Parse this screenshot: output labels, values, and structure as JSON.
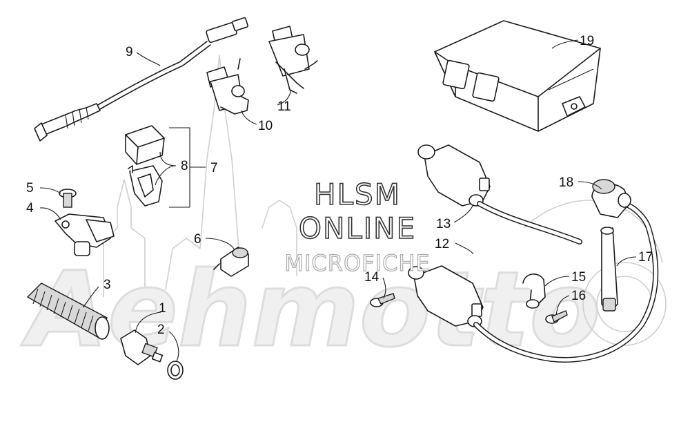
{
  "watermark": {
    "line1": "HLSM",
    "line2": "ONLINE",
    "line3": "MICROFICHE",
    "logo_text": "Aehmotto"
  },
  "callouts": [
    {
      "id": "c1",
      "label": "1"
    },
    {
      "id": "c2",
      "label": "2"
    },
    {
      "id": "c3",
      "label": "3"
    },
    {
      "id": "c4",
      "label": "4"
    },
    {
      "id": "c5",
      "label": "5"
    },
    {
      "id": "c6",
      "label": "6"
    },
    {
      "id": "c7",
      "label": "7"
    },
    {
      "id": "c8",
      "label": "8"
    },
    {
      "id": "c9",
      "label": "9"
    },
    {
      "id": "c10",
      "label": "10"
    },
    {
      "id": "c11",
      "label": "11"
    },
    {
      "id": "c12",
      "label": "12"
    },
    {
      "id": "c13",
      "label": "13"
    },
    {
      "id": "c14",
      "label": "14"
    },
    {
      "id": "c15",
      "label": "15"
    },
    {
      "id": "c16",
      "label": "16"
    },
    {
      "id": "c17",
      "label": "17"
    },
    {
      "id": "c18",
      "label": "18"
    },
    {
      "id": "c19",
      "label": "19"
    }
  ]
}
